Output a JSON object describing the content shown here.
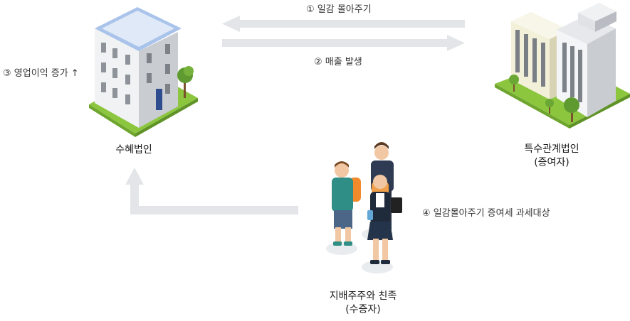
{
  "colors": {
    "arrow": "#e3e5e8",
    "grass": "#8cc63f",
    "building_blue": "#a9c3ea",
    "text": "#333333"
  },
  "flows": {
    "step1": "① 일감 몰아주기",
    "step2": "② 매출 발생",
    "step3": "③ 영업이익 증가 ↑",
    "step4": "④ 일감몰아주기 증여세 과세대상"
  },
  "nodes": {
    "beneficiary": {
      "line1": "수혜법인"
    },
    "related": {
      "line1": "특수관계법인",
      "line2": "(증여자)"
    },
    "shareholders": {
      "line1": "지배주주와 친족",
      "line2": "(수증자)"
    }
  },
  "icons": {
    "beneficiary_building": "building-blue-roof-icon",
    "related_buildings": "office-towers-icon",
    "people": "family-group-icon"
  }
}
